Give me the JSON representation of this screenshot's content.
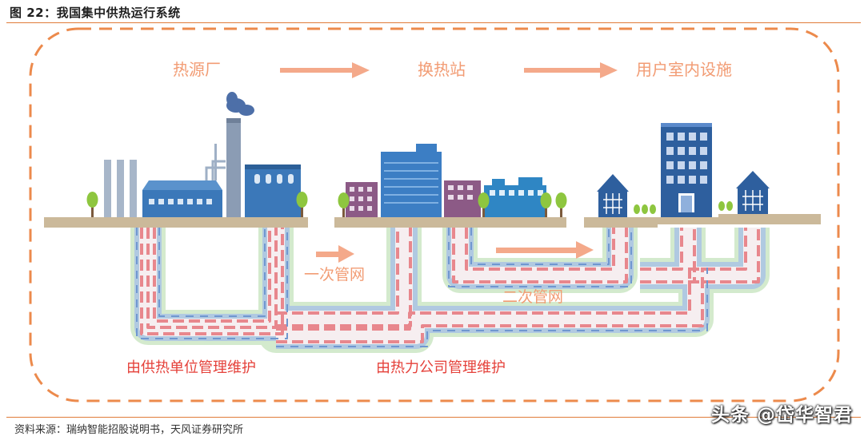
{
  "figure": {
    "title": "图 22：我国集中供热运行系统",
    "source": "资料来源：瑞纳智能招股说明书，天风证券研究所",
    "watermark": "头条 @岱华智君"
  },
  "flow_labels": {
    "heat_source": "热源厂",
    "exchange_station": "换热站",
    "user_facility": "用户室内设施"
  },
  "pipe_labels": {
    "primary": "一次管网",
    "secondary": "二次管网",
    "maintained_by_supplier": "由供热单位管理维护",
    "maintained_by_heat_company": "由热力公司管理维护"
  },
  "colors": {
    "accent_orange": "#e07b39",
    "arrow_salmon": "#f4a98a",
    "pipe_red": "#e8878d",
    "pipe_blue": "#9bb9e0",
    "pipe_green": "#bfe1b8",
    "ground": "#cbb99a",
    "building_blue": "#3f7fbf",
    "label_red": "#e5413a"
  }
}
